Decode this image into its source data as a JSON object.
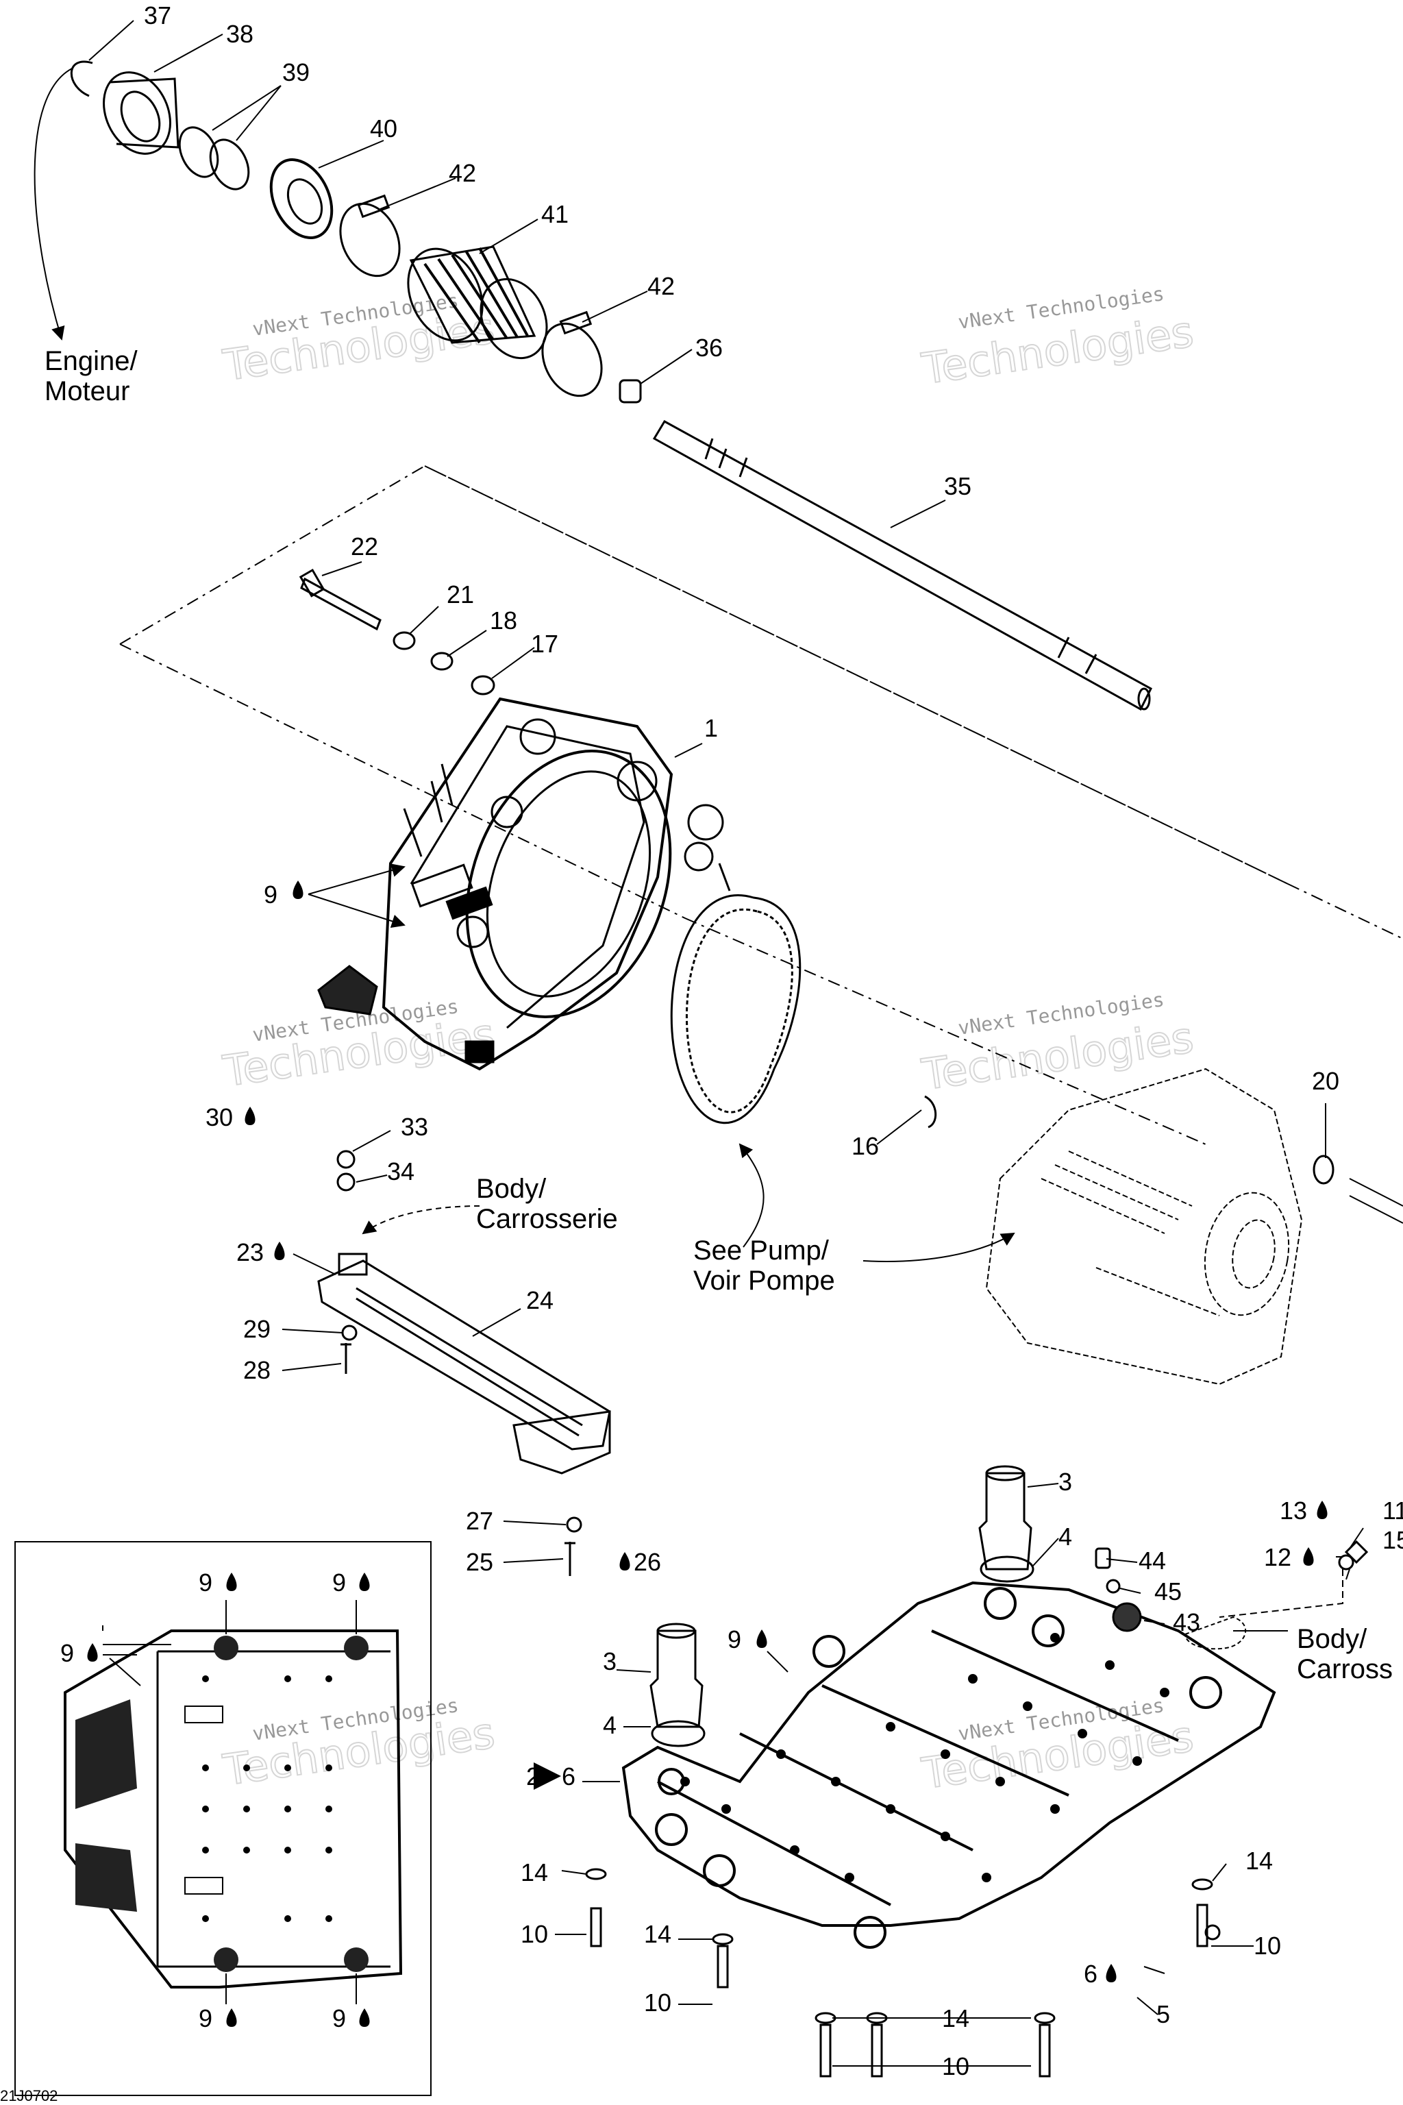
{
  "labels": {
    "l37": "37",
    "l38": "38",
    "l39": "39",
    "l40": "40",
    "l42a": "42",
    "l41": "41",
    "l42b": "42",
    "l36": "36",
    "l35": "35",
    "l22": "22",
    "l21": "21",
    "l18": "18",
    "l17": "17",
    "l1": "1",
    "l9a": "9",
    "l20": "20",
    "l16": "16",
    "l30": "30",
    "l33": "33",
    "l34": "34",
    "l23": "23",
    "l24": "24",
    "l29": "29",
    "l28": "28",
    "l27": "27",
    "l25": "25",
    "l26": "26",
    "l3a": "3",
    "l4a": "4",
    "l3b": "3",
    "l4b": "4",
    "l9b": "9",
    "l44": "44",
    "l45": "45",
    "l43": "43",
    "l13": "13",
    "l11": "11",
    "l12": "12",
    "l15": "15",
    "l2": "2",
    "l6a": "6",
    "l14a": "14",
    "l10a": "10",
    "l14b": "14",
    "l10b": "10",
    "l14c": "14",
    "l10c": "10",
    "l14d": "14",
    "l10d": "10",
    "l6b": "6",
    "l5": "5",
    "i9a": "9",
    "i9b": "9",
    "i9c": "9",
    "i9d": "9",
    "i9e": "9"
  },
  "notes": {
    "engine_line1": "Engine/",
    "engine_line2": "Moteur",
    "body_line1": "Body/",
    "body_line2": "Carrosserie",
    "pump_line1": "See Pump/",
    "pump_line2": "Voir Pompe",
    "body2_line1": "Body/",
    "body2_line2": "Carross"
  },
  "watermark": {
    "line1": "vNext Technologies",
    "line2": "Technologies",
    "line3": "vNext"
  },
  "figure_code": "21J0702"
}
